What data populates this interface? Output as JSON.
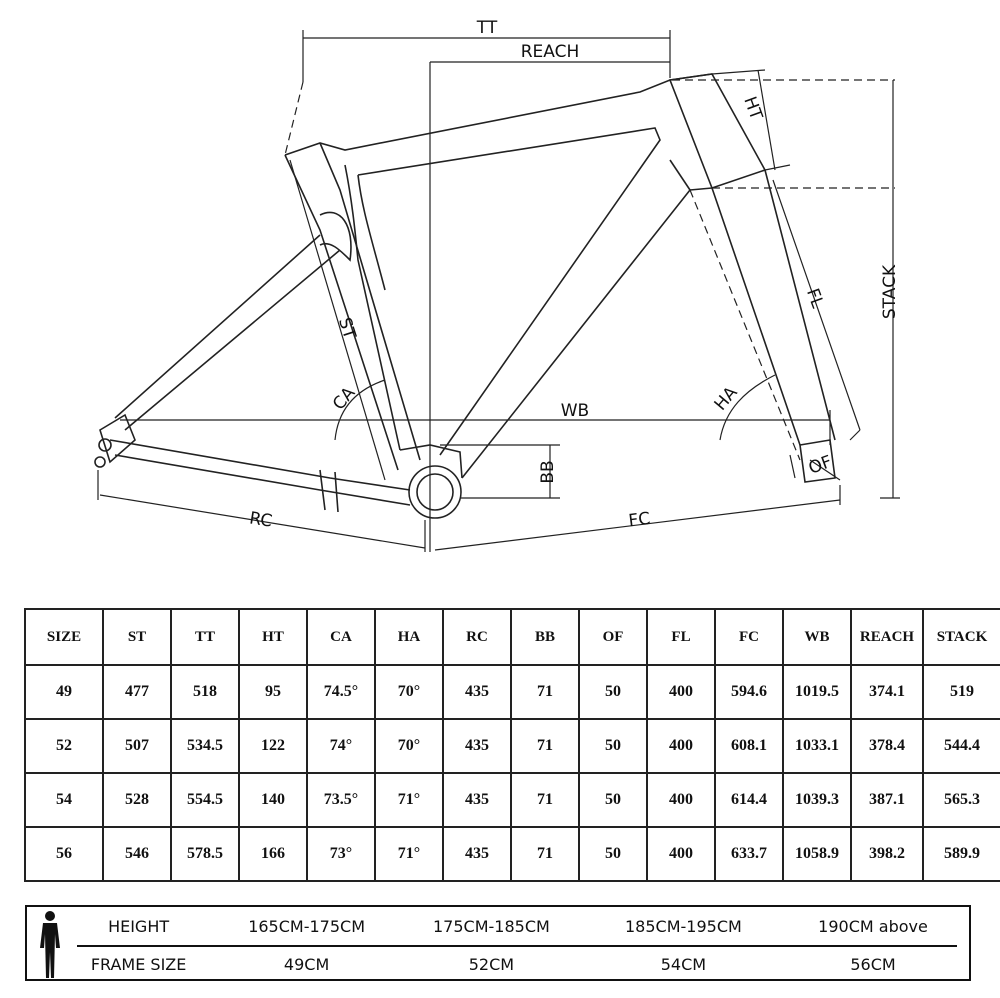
{
  "diagram": {
    "labels": {
      "tt": "TT",
      "reach": "REACH",
      "ht": "HT",
      "stack": "STACK",
      "fl": "FL",
      "st": "ST",
      "ca": "CA",
      "ha": "HA",
      "wb": "WB",
      "bb": "BB",
      "of": "OF",
      "rc": "RC",
      "fc": "FC"
    }
  },
  "geometry_table": {
    "headers": [
      "SIZE",
      "ST",
      "TT",
      "HT",
      "CA",
      "HA",
      "RC",
      "BB",
      "OF",
      "FL",
      "FC",
      "WB",
      "REACH",
      "STACK"
    ],
    "rows": [
      [
        "49",
        "477",
        "518",
        "95",
        "74.5°",
        "70°",
        "435",
        "71",
        "50",
        "400",
        "594.6",
        "1019.5",
        "374.1",
        "519"
      ],
      [
        "52",
        "507",
        "534.5",
        "122",
        "74°",
        "70°",
        "435",
        "71",
        "50",
        "400",
        "608.1",
        "1033.1",
        "378.4",
        "544.4"
      ],
      [
        "54",
        "528",
        "554.5",
        "140",
        "73.5°",
        "71°",
        "435",
        "71",
        "50",
        "400",
        "614.4",
        "1039.3",
        "387.1",
        "565.3"
      ],
      [
        "56",
        "546",
        "578.5",
        "166",
        "73°",
        "71°",
        "435",
        "71",
        "50",
        "400",
        "633.7",
        "1058.9",
        "398.2",
        "589.9"
      ]
    ]
  },
  "size_chart": {
    "height_label": "HEIGHT",
    "frame_label": "FRAME SIZE",
    "heights": [
      "165CM-175CM",
      "175CM-185CM",
      "185CM-195CM",
      "190CM above"
    ],
    "frames": [
      "49CM",
      "52CM",
      "54CM",
      "56CM"
    ]
  }
}
